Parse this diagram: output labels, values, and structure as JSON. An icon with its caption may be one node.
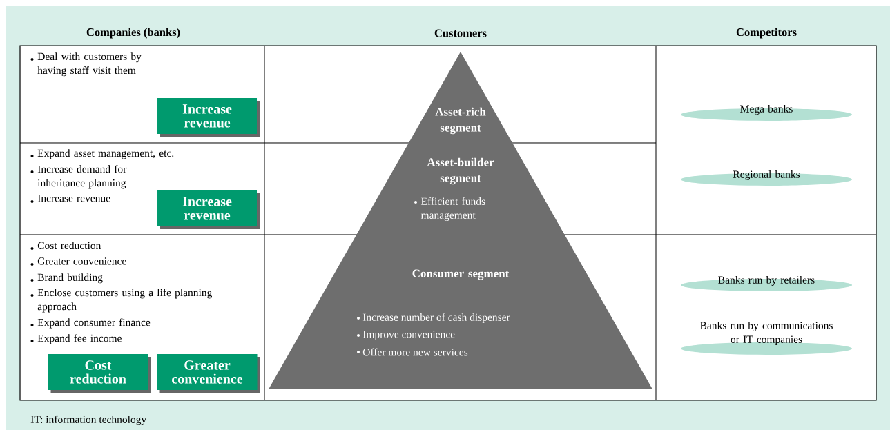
{
  "diagram": {
    "nodes": [
      {
        "text": [
          "Increase revenue"
        ]
      },
      {
        "text": [
          "Asset-rich segment"
        ]
      },
      {
        "text": [
          "Mega banks"
        ]
      },
      {
        "text": [
          "Increase revenue"
        ]
      },
      {
        "text": [
          "Asset-builder segment",
          "Efficient funds management"
        ]
      },
      {
        "text": [
          "Regional banks"
        ]
      },
      {
        "text": [
          "Cost reduction"
        ]
      },
      {
        "text": [
          "Greater convenience"
        ]
      },
      {
        "text": [
          "Consumer segment",
          "Increase number of cash dispenser",
          "Improve convenience",
          "Offer more new services"
        ]
      },
      {
        "text": [
          "Banks run by retailers"
        ]
      },
      {
        "text": [
          "Banks run by communications or IT companies"
        ]
      }
    ],
    "edges": [],
    "labels": [
      "Companies (banks)",
      "Customers",
      "Competitors",
      "Deal with customers by having staff visit them",
      "Expand asset management, etc.",
      "Increase demand for inheritance planning",
      "Increase revenue",
      "Cost reduction",
      "Greater convenience",
      "Brand building",
      "Enclose customers using a life planning approach",
      "Expand consumer finance",
      "Expand fee income",
      "IT: information technology"
    ]
  }
}
